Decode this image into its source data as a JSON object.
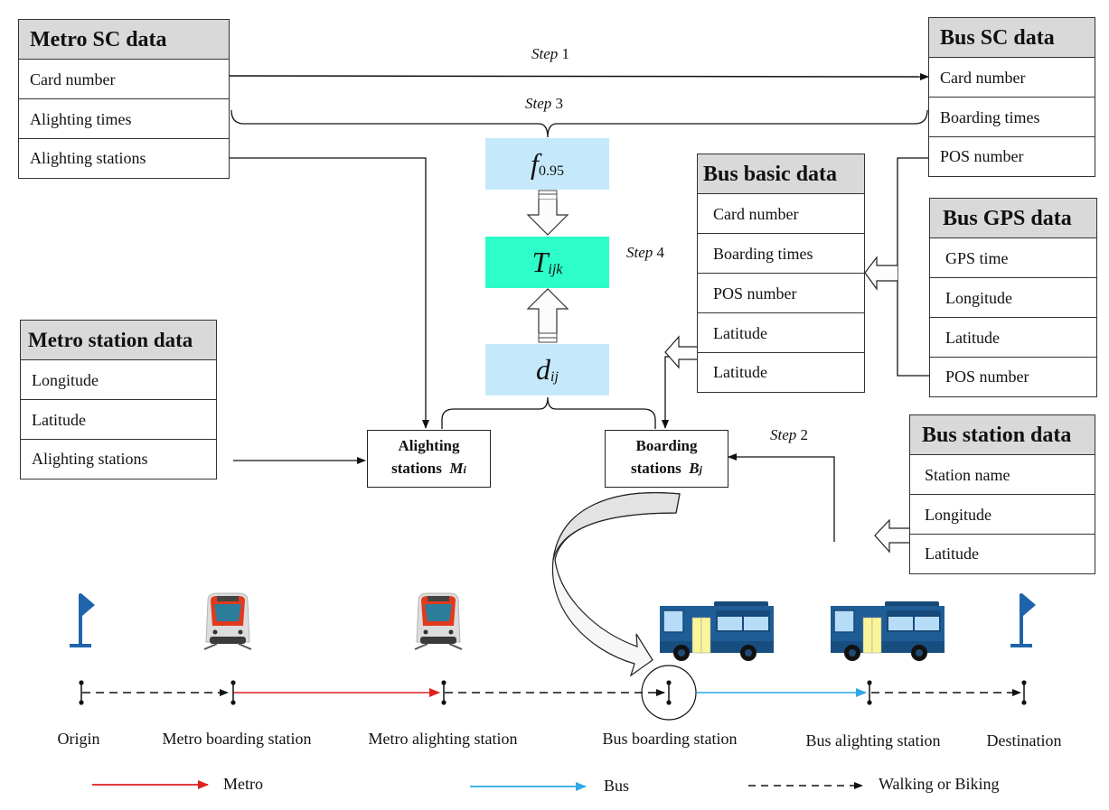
{
  "tables": {
    "metro_sc": {
      "title": "Metro SC data",
      "rows": [
        "Card number",
        "Alighting times",
        "Alighting stations"
      ]
    },
    "bus_sc": {
      "title": "Bus SC data",
      "rows": [
        "Card number",
        "Boarding times",
        "POS number"
      ]
    },
    "bus_basic": {
      "title": "Bus basic data",
      "rows": [
        "Card number",
        "Boarding times",
        "POS number",
        "Latitude",
        "Latitude"
      ]
    },
    "bus_gps": {
      "title": "Bus GPS data",
      "rows": [
        "GPS time",
        "Longitude",
        "Latitude",
        "POS number"
      ]
    },
    "metro_station": {
      "title": "Metro station data",
      "rows": [
        "Longitude",
        "Latitude",
        "Alighting stations"
      ]
    },
    "bus_station": {
      "title": "Bus station data",
      "rows": [
        "Station name",
        "Longitude",
        "Latitude"
      ]
    }
  },
  "steps": {
    "step1": {
      "word": "Step",
      "num": "1"
    },
    "step2": {
      "word": "Step",
      "num": "2"
    },
    "step3": {
      "word": "Step",
      "num": "3"
    },
    "step4": {
      "word": "Step",
      "num": "4"
    }
  },
  "formulas": {
    "f": {
      "main": "f",
      "sub": "0.95"
    },
    "t": {
      "main": "T",
      "sub": "ijk"
    },
    "d": {
      "main": "d",
      "sub": "ij"
    }
  },
  "station_boxes": {
    "alighting": {
      "line1": "Alighting",
      "line2": "stations",
      "var": "M",
      "sub": "i"
    },
    "boarding": {
      "line1": "Boarding",
      "line2": "stations",
      "var": "B",
      "sub": "j"
    }
  },
  "journey": {
    "nodes": [
      "Origin",
      "Metro boarding station",
      "Metro alighting station",
      "Bus boarding station",
      "Bus alighting station",
      "Destination"
    ],
    "icons": [
      "flag-icon",
      "metro-train-icon",
      "metro-train-icon",
      "bus-icon",
      "bus-icon",
      "flag-icon"
    ]
  },
  "legend": {
    "metro": "Metro",
    "bus": "Bus",
    "walk": "Walking or Biking"
  },
  "colors": {
    "metro_line": "#e02020",
    "bus_line": "#2ea8e6",
    "formula_bg": "#c5e9fb",
    "t_bg": "#2cfdc9",
    "table_header_bg": "#d9d9d9",
    "flag": "#1f64ab",
    "bus_body": "#1f5d97"
  }
}
